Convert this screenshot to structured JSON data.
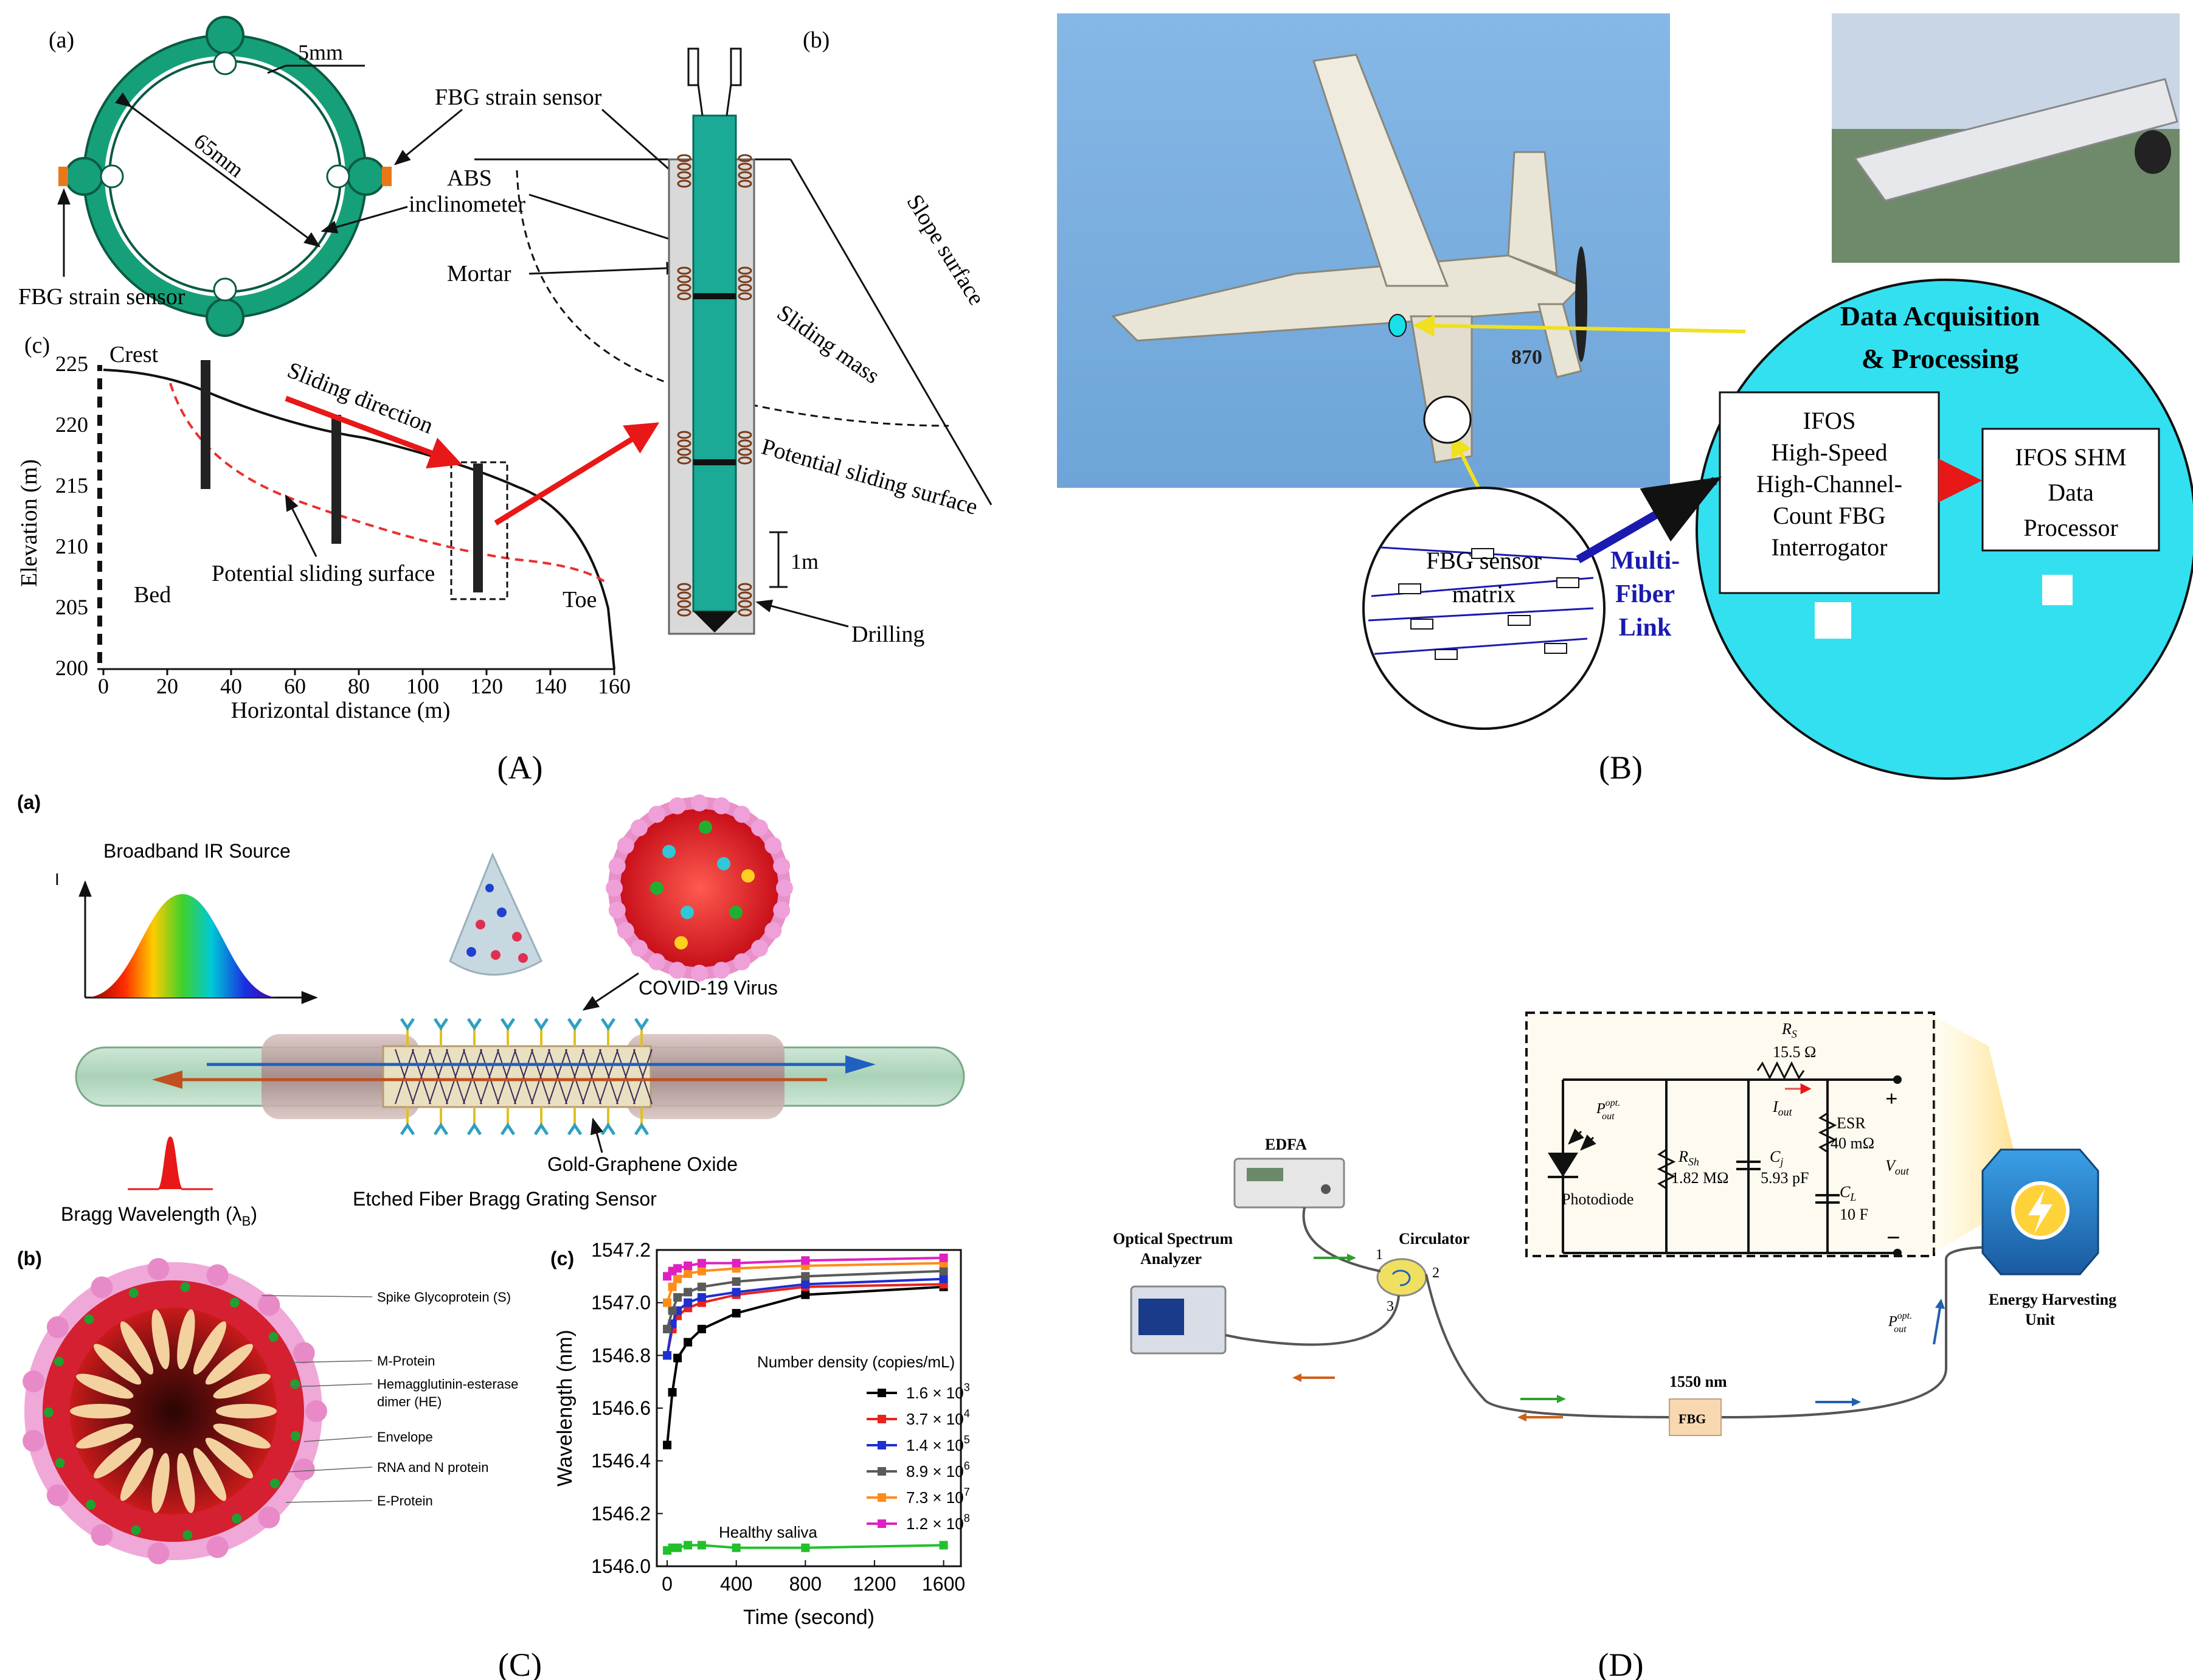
{
  "figure_labels": {
    "A": "(A)",
    "B": "(B)",
    "C": "(C)",
    "D": "(D)"
  },
  "panelA": {
    "sub_a": "(a)",
    "sub_b": "(b)",
    "sub_c": "(c)",
    "dim_5mm": "5mm",
    "dim_65mm": "65mm",
    "fbg_strain_sensor": "FBG strain sensor",
    "fbg_strain_sensor_left": "FBG strain sensor",
    "abs": "ABS",
    "inclinometer": "inclinometer",
    "mortar": "Mortar",
    "slope_surface": "Slope surface",
    "sliding_mass": "Sliding mass",
    "potential_sliding_surface_b": "Potential sliding surface",
    "scale_1m": "1m",
    "drilling": "Drilling",
    "crest": "Crest",
    "bed": "Bed",
    "toe": "Toe",
    "sliding_direction": "Sliding direction",
    "potential_sliding_surface_c": "Potential sliding surface",
    "ylabel": "Elevation (m)",
    "xlabel": "Horizontal distance (m)",
    "yticks": [
      "200",
      "205",
      "210",
      "215",
      "220",
      "225"
    ],
    "xticks": [
      "0",
      "20",
      "40",
      "60",
      "80",
      "100",
      "120",
      "140",
      "160"
    ]
  },
  "panelB": {
    "data_acq_1": "Data Acquisition",
    "data_acq_2": "& Processing",
    "ifos_box": [
      "IFOS",
      "High-Speed",
      "High-Channel-",
      "Count FBG",
      "Interrogator"
    ],
    "shm_box": [
      "IFOS SHM",
      "Data",
      "Processor"
    ],
    "sensor_matrix_1": "FBG sensor",
    "sensor_matrix_2": "matrix",
    "link": [
      "Multi-",
      "Fiber",
      "Link"
    ],
    "tail_number": "870",
    "colors": {
      "sky": "#7fb2e0",
      "circle": "#33e0f0",
      "link": "#1a1ab0"
    }
  },
  "panelC": {
    "sub_a": "(a)",
    "sub_b": "(b)",
    "sub_c": "(c)",
    "source": "Broadband IR Source",
    "axis_I": "I",
    "covid": "COVID-19 Virus",
    "gold": "Gold-Graphene Oxide",
    "etched": "Etched Fiber Bragg Grating Sensor",
    "bragg": "Bragg Wavelength (λ",
    "bragg_sub": "B",
    "virus_parts": [
      "Spike Glycoprotein (S)",
      "M-Protein",
      "Hemagglutinin-esterase",
      "dimer (HE)",
      "Envelope",
      "RNA and N protein",
      "E-Protein"
    ]
  },
  "chart_data": {
    "type": "line",
    "xlabel": "Time (second)",
    "ylabel": "Wavelength (nm)",
    "xlim": [
      -60,
      1700
    ],
    "ylim": [
      1546.0,
      1547.2
    ],
    "xticks": [
      "0",
      "400",
      "800",
      "1200",
      "1600"
    ],
    "yticks": [
      "1546.0",
      "1546.2",
      "1546.4",
      "1546.6",
      "1546.8",
      "1547.0",
      "1547.2"
    ],
    "legend_title": "Number density (copies/mL)",
    "legend_placement": "center-right",
    "series": [
      {
        "name": "1.6 × 10",
        "exp": "3",
        "color": "#000000",
        "marker": "square",
        "x": [
          0,
          30,
          60,
          120,
          200,
          400,
          800,
          1600
        ],
        "y": [
          1546.46,
          1546.66,
          1546.79,
          1546.85,
          1546.9,
          1546.96,
          1547.03,
          1547.06
        ]
      },
      {
        "name": "3.7 × 10",
        "exp": "4",
        "color": "#e8231d",
        "marker": "square",
        "x": [
          0,
          30,
          60,
          120,
          200,
          400,
          800,
          1600
        ],
        "y": [
          1546.8,
          1546.9,
          1546.95,
          1546.98,
          1547.0,
          1547.03,
          1547.06,
          1547.07
        ]
      },
      {
        "name": "1.4 × 10",
        "exp": "5",
        "color": "#1f2fd0",
        "marker": "square",
        "x": [
          0,
          30,
          60,
          120,
          200,
          400,
          800,
          1600
        ],
        "y": [
          1546.8,
          1546.92,
          1546.97,
          1547.0,
          1547.02,
          1547.04,
          1547.07,
          1547.09
        ]
      },
      {
        "name": "8.9 × 10",
        "exp": "6",
        "color": "#5a5a5a",
        "marker": "square",
        "x": [
          0,
          30,
          60,
          120,
          200,
          400,
          800,
          1600
        ],
        "y": [
          1546.9,
          1546.97,
          1547.02,
          1547.04,
          1547.06,
          1547.08,
          1547.1,
          1547.12
        ]
      },
      {
        "name": "7.3 × 10",
        "exp": "7",
        "color": "#ff8c1a",
        "marker": "square",
        "x": [
          0,
          30,
          60,
          120,
          200,
          400,
          800,
          1600
        ],
        "y": [
          1547.0,
          1547.06,
          1547.09,
          1547.11,
          1547.12,
          1547.13,
          1547.14,
          1547.15
        ]
      },
      {
        "name": "1.2 × 10",
        "exp": "8",
        "color": "#e020c0",
        "marker": "square",
        "x": [
          0,
          30,
          60,
          120,
          200,
          400,
          800,
          1600
        ],
        "y": [
          1547.1,
          1547.12,
          1547.13,
          1547.14,
          1547.15,
          1547.15,
          1547.16,
          1547.17
        ]
      },
      {
        "name": "Healthy saliva",
        "exp": "",
        "color": "#22c02a",
        "marker": "square",
        "x": [
          0,
          30,
          60,
          120,
          200,
          400,
          800,
          1600
        ],
        "y": [
          1546.06,
          1546.07,
          1546.07,
          1546.08,
          1546.08,
          1546.07,
          1546.07,
          1546.08
        ]
      }
    ]
  },
  "panelD": {
    "edfa": "EDFA",
    "osa_1": "Optical Spectrum",
    "osa_2": "Analyzer",
    "circulator": "Circulator",
    "port1": "1",
    "port2": "2",
    "port3": "3",
    "wavelength": "1550 nm",
    "fbg": "FBG",
    "ehu_1": "Energy Harvesting",
    "ehu_2": "Unit",
    "rs": "R",
    "rs_sub": "S",
    "rs_val": "15.5 Ω",
    "iout": "I",
    "iout_sub": "out",
    "esr": "ESR",
    "esr_val": "40 mΩ",
    "rsh": "R",
    "rsh_sub": "Sh",
    "rsh_val": "1.82 MΩ",
    "cj": "C",
    "cj_sub": "j",
    "cj_val": "5.93 pF",
    "cl": "C",
    "cl_sub": "L",
    "cl_val": "10 F",
    "photodiode": "Photodiode",
    "pout": "P",
    "pout_sub": "out",
    "pout_sup": "opt.",
    "vout": "V",
    "vout_sub": "out",
    "plus": "+",
    "minus": "−"
  }
}
